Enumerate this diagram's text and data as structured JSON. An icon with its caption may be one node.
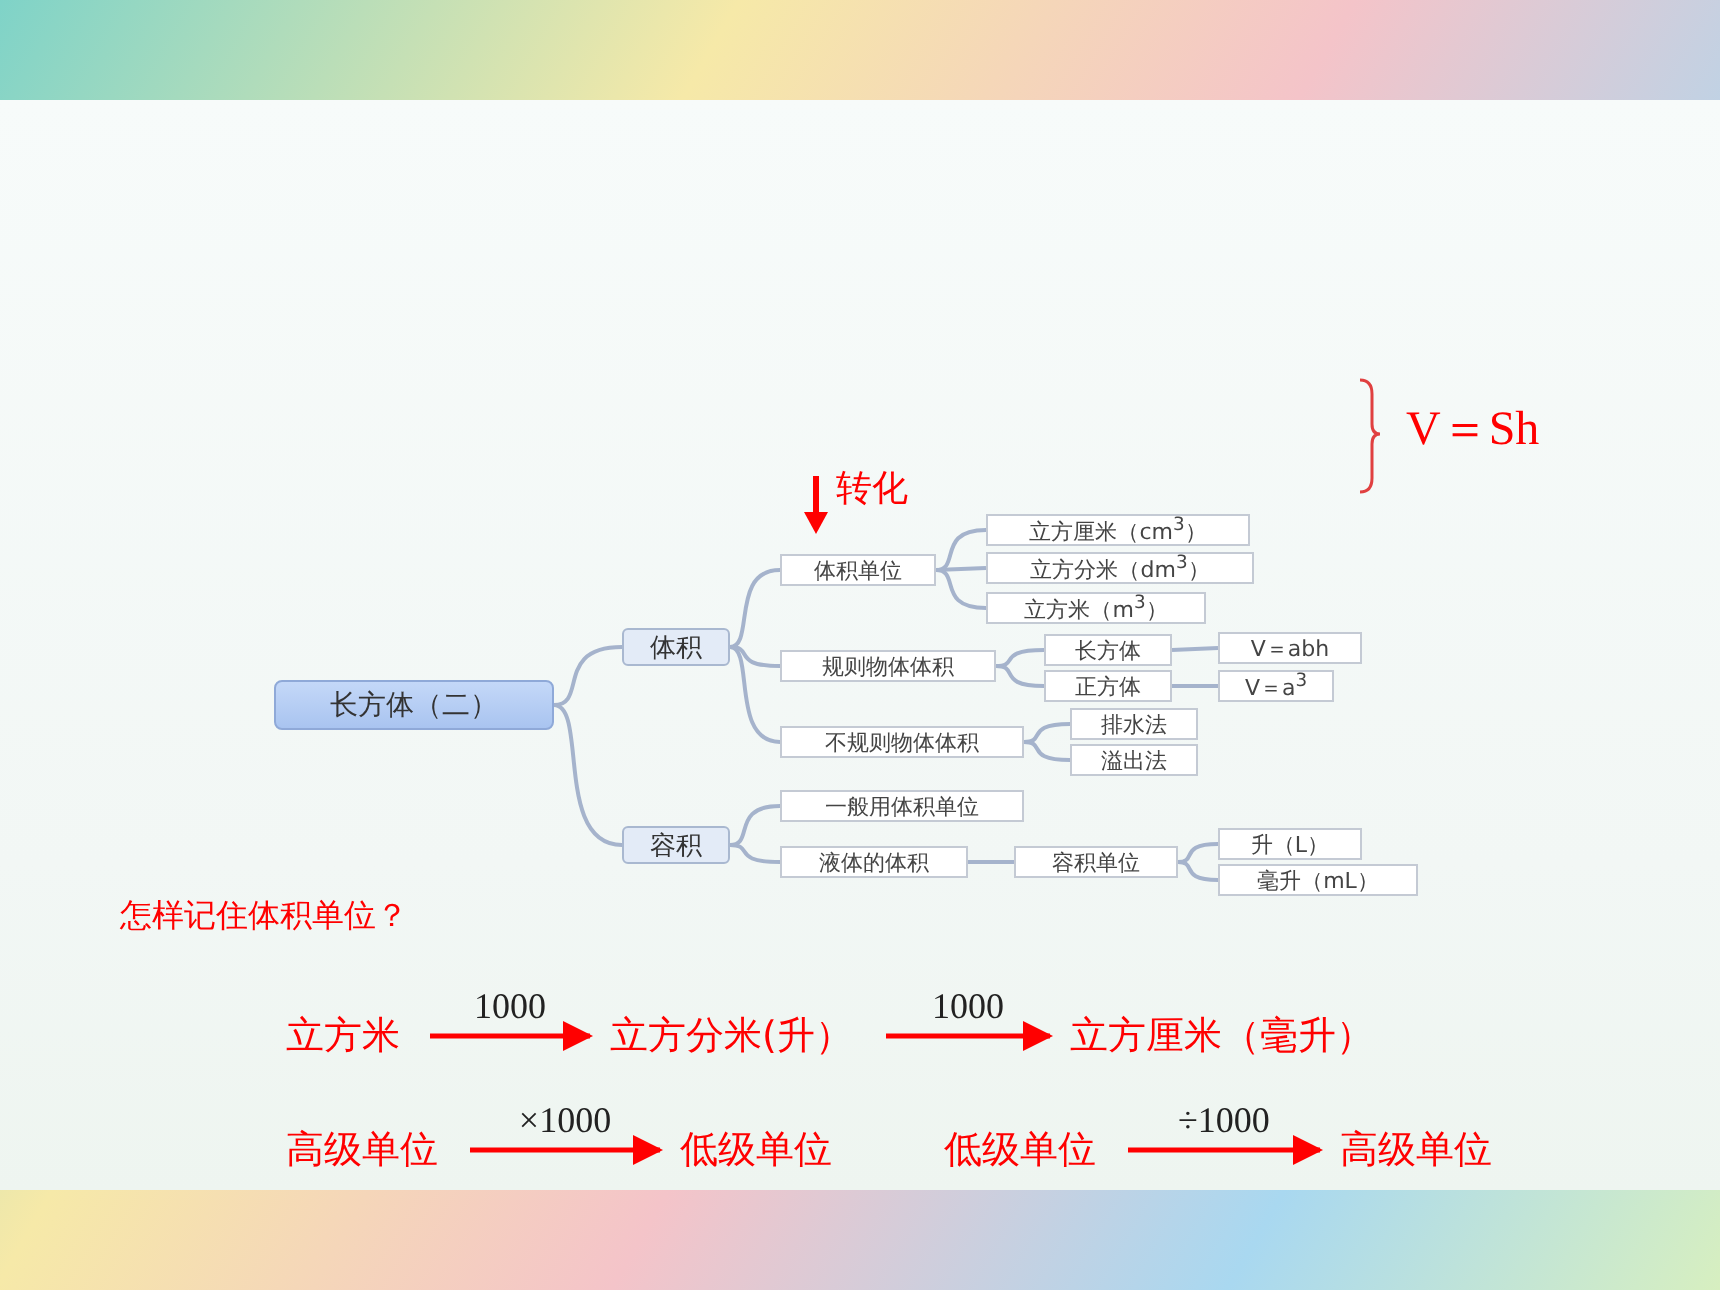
{
  "diagram": {
    "nodes": [
      {
        "text": [
          "长方体（二）"
        ]
      },
      {
        "text": [
          "体积"
        ]
      },
      {
        "text": [
          "容积"
        ]
      },
      {
        "text": [
          "体积单位"
        ]
      },
      {
        "text": [
          "规则物体体积"
        ]
      },
      {
        "text": [
          "不规则物体体积"
        ]
      },
      {
        "text": [
          "立方厘米（cm$^{3}$）"
        ]
      },
      {
        "text": [
          "立方分米（dm$^{3}$）"
        ]
      },
      {
        "text": [
          "立方米（m$^{3}$）"
        ]
      },
      {
        "text": [
          "长方体"
        ]
      },
      {
        "text": [
          "正方体"
        ]
      },
      {
        "text": [
          "V＝abh"
        ]
      },
      {
        "text": [
          "V＝a$^{3}$"
        ]
      },
      {
        "text": [
          "排水法"
        ]
      },
      {
        "text": [
          "溢出法"
        ]
      },
      {
        "text": [
          "一般用体积单位"
        ]
      },
      {
        "text": [
          "液体的体积"
        ]
      },
      {
        "text": [
          "容积单位"
        ]
      },
      {
        "text": [
          "升（L）"
        ]
      },
      {
        "text": [
          "毫升（mL）"
        ]
      },
      {
        "text": [
          "立方米"
        ]
      },
      {
        "text": [
          "立方分米(升）"
        ]
      },
      {
        "text": [
          "立方厘米（毫升）"
        ]
      },
      {
        "text": [
          "高级单位"
        ]
      },
      {
        "text": [
          "低级单位"
        ]
      },
      {
        "text": [
          "低级单位"
        ]
      },
      {
        "text": [
          "高级单位"
        ]
      }
    ],
    "edges": [
      {
        "from": 0,
        "to": 1,
        "arrow": "none"
      },
      {
        "from": 0,
        "to": 2,
        "arrow": "none"
      },
      {
        "from": 1,
        "to": 3,
        "arrow": "none"
      },
      {
        "from": 1,
        "to": 4,
        "arrow": "none"
      },
      {
        "from": 1,
        "to": 5,
        "arrow": "none"
      },
      {
        "from": 3,
        "to": 6,
        "arrow": "none"
      },
      {
        "from": 3,
        "to": 7,
        "arrow": "none"
      },
      {
        "from": 3,
        "to": 8,
        "arrow": "none"
      },
      {
        "from": 4,
        "to": 9,
        "arrow": "none"
      },
      {
        "from": 4,
        "to": 10,
        "arrow": "none"
      },
      {
        "from": 9,
        "to": 11,
        "arrow": "none"
      },
      {
        "from": 10,
        "to": 12,
        "arrow": "none"
      },
      {
        "from": 5,
        "to": 13,
        "arrow": "none"
      },
      {
        "from": 5,
        "to": 14,
        "arrow": "none"
      },
      {
        "from": 2,
        "to": 15,
        "arrow": "none"
      },
      {
        "from": 2,
        "to": 16,
        "arrow": "none"
      },
      {
        "from": 16,
        "to": 17,
        "arrow": "none"
      },
      {
        "from": 17,
        "to": 18,
        "arrow": "none"
      },
      {
        "from": 17,
        "to": 19,
        "arrow": "none"
      },
      {
        "from": 20,
        "to": 21,
        "arrow": "to",
        "label": "1000",
        "color": "#ff0000"
      },
      {
        "from": 21,
        "to": 22,
        "arrow": "to",
        "label": "1000",
        "color": "#ff0000"
      },
      {
        "from": 23,
        "to": 24,
        "arrow": "to",
        "label": "×1000",
        "color": "#ff0000"
      },
      {
        "from": 25,
        "to": 26,
        "arrow": "to",
        "label": "÷1000",
        "color": "#ff0000"
      }
    ],
    "labels": [
      "V＝Sh",
      "转化",
      "怎样记住体积单位？"
    ]
  }
}
